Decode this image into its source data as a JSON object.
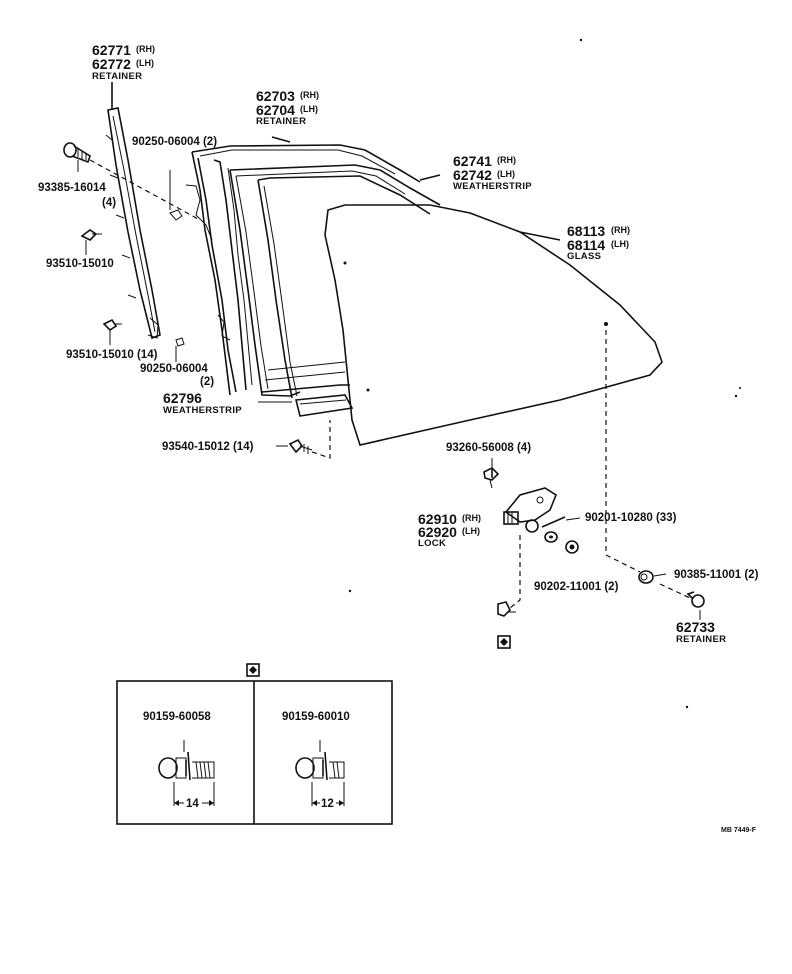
{
  "parts": {
    "retainer_front": {
      "rh": "62771",
      "lh": "62772",
      "rh_tag": "(RH)",
      "lh_tag": "(LH)",
      "name": "RETAINER"
    },
    "retainer_top": {
      "rh": "62703",
      "lh": "62704",
      "rh_tag": "(RH)",
      "lh_tag": "(LH)",
      "name": "RETAINER"
    },
    "weatherstrip_main": {
      "rh": "62741",
      "lh": "62742",
      "rh_tag": "(RH)",
      "lh_tag": "(LH)",
      "name": "WEATHERSTRIP"
    },
    "glass": {
      "rh": "68113",
      "lh": "68114",
      "rh_tag": "(RH)",
      "lh_tag": "(LH)",
      "name": "GLASS"
    },
    "lock": {
      "rh": "62910",
      "lh": "62920",
      "rh_tag": "(RH)",
      "lh_tag": "(LH)",
      "name": "LOCK"
    },
    "weatherstrip_lower": {
      "num": "62796",
      "name": "WEATHERSTRIP"
    },
    "retainer_small": {
      "num": "62733",
      "name": "RETAINER"
    }
  },
  "fasteners": {
    "f1": "90250-06004 (2)",
    "f2_a": "93385-16014",
    "f2_b": "(4)",
    "f3": "93510-15010",
    "f4": "93510-15010 (14)",
    "f5_a": "90250-06004",
    "f5_b": "(2)",
    "f6": "93540-15012 (14)",
    "f7": "93260-56008 (4)",
    "f8": "90201-10280 (33)",
    "f9": "90202-11001 (2)",
    "f10": "90385-11001 (2)"
  },
  "inset": {
    "left_part": "90159-60058",
    "left_dim": "14",
    "right_part": "90159-60010",
    "right_dim": "12"
  },
  "drawing_code": "MB 7449-F"
}
